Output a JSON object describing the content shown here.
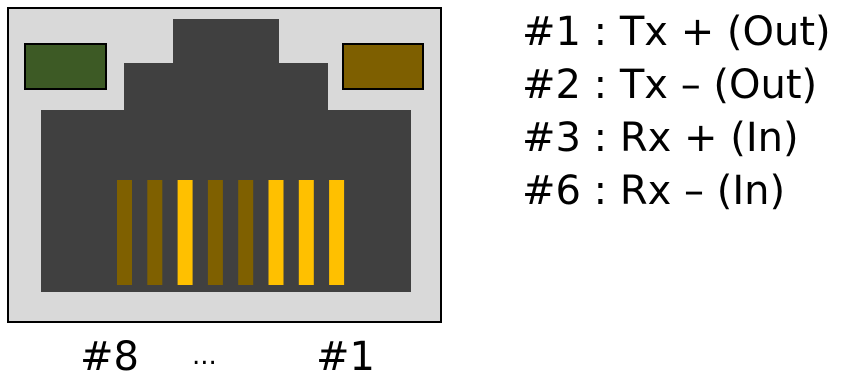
{
  "connector": {
    "pin_labels": {
      "left": "#8",
      "middle": "...",
      "right": "#1"
    },
    "pins": [
      {
        "pin": 8,
        "state": "inactive"
      },
      {
        "pin": 7,
        "state": "inactive"
      },
      {
        "pin": 6,
        "state": "active"
      },
      {
        "pin": 5,
        "state": "inactive"
      },
      {
        "pin": 4,
        "state": "inactive"
      },
      {
        "pin": 3,
        "state": "active"
      },
      {
        "pin": 2,
        "state": "active"
      },
      {
        "pin": 1,
        "state": "active"
      }
    ],
    "leds": {
      "left_color": "#3d5a25",
      "right_color": "#7e5f00"
    },
    "colors": {
      "body": "#d9d9d9",
      "cavity": "#404040",
      "pin_active": "#ffc000",
      "pin_inactive": "#7f6000"
    }
  },
  "pinout": [
    {
      "text": "#1 : Tx + (Out)"
    },
    {
      "text": "#2 : Tx – (Out)"
    },
    {
      "text": "#3 : Rx + (In)"
    },
    {
      "text": "#6 : Rx – (In)"
    }
  ]
}
